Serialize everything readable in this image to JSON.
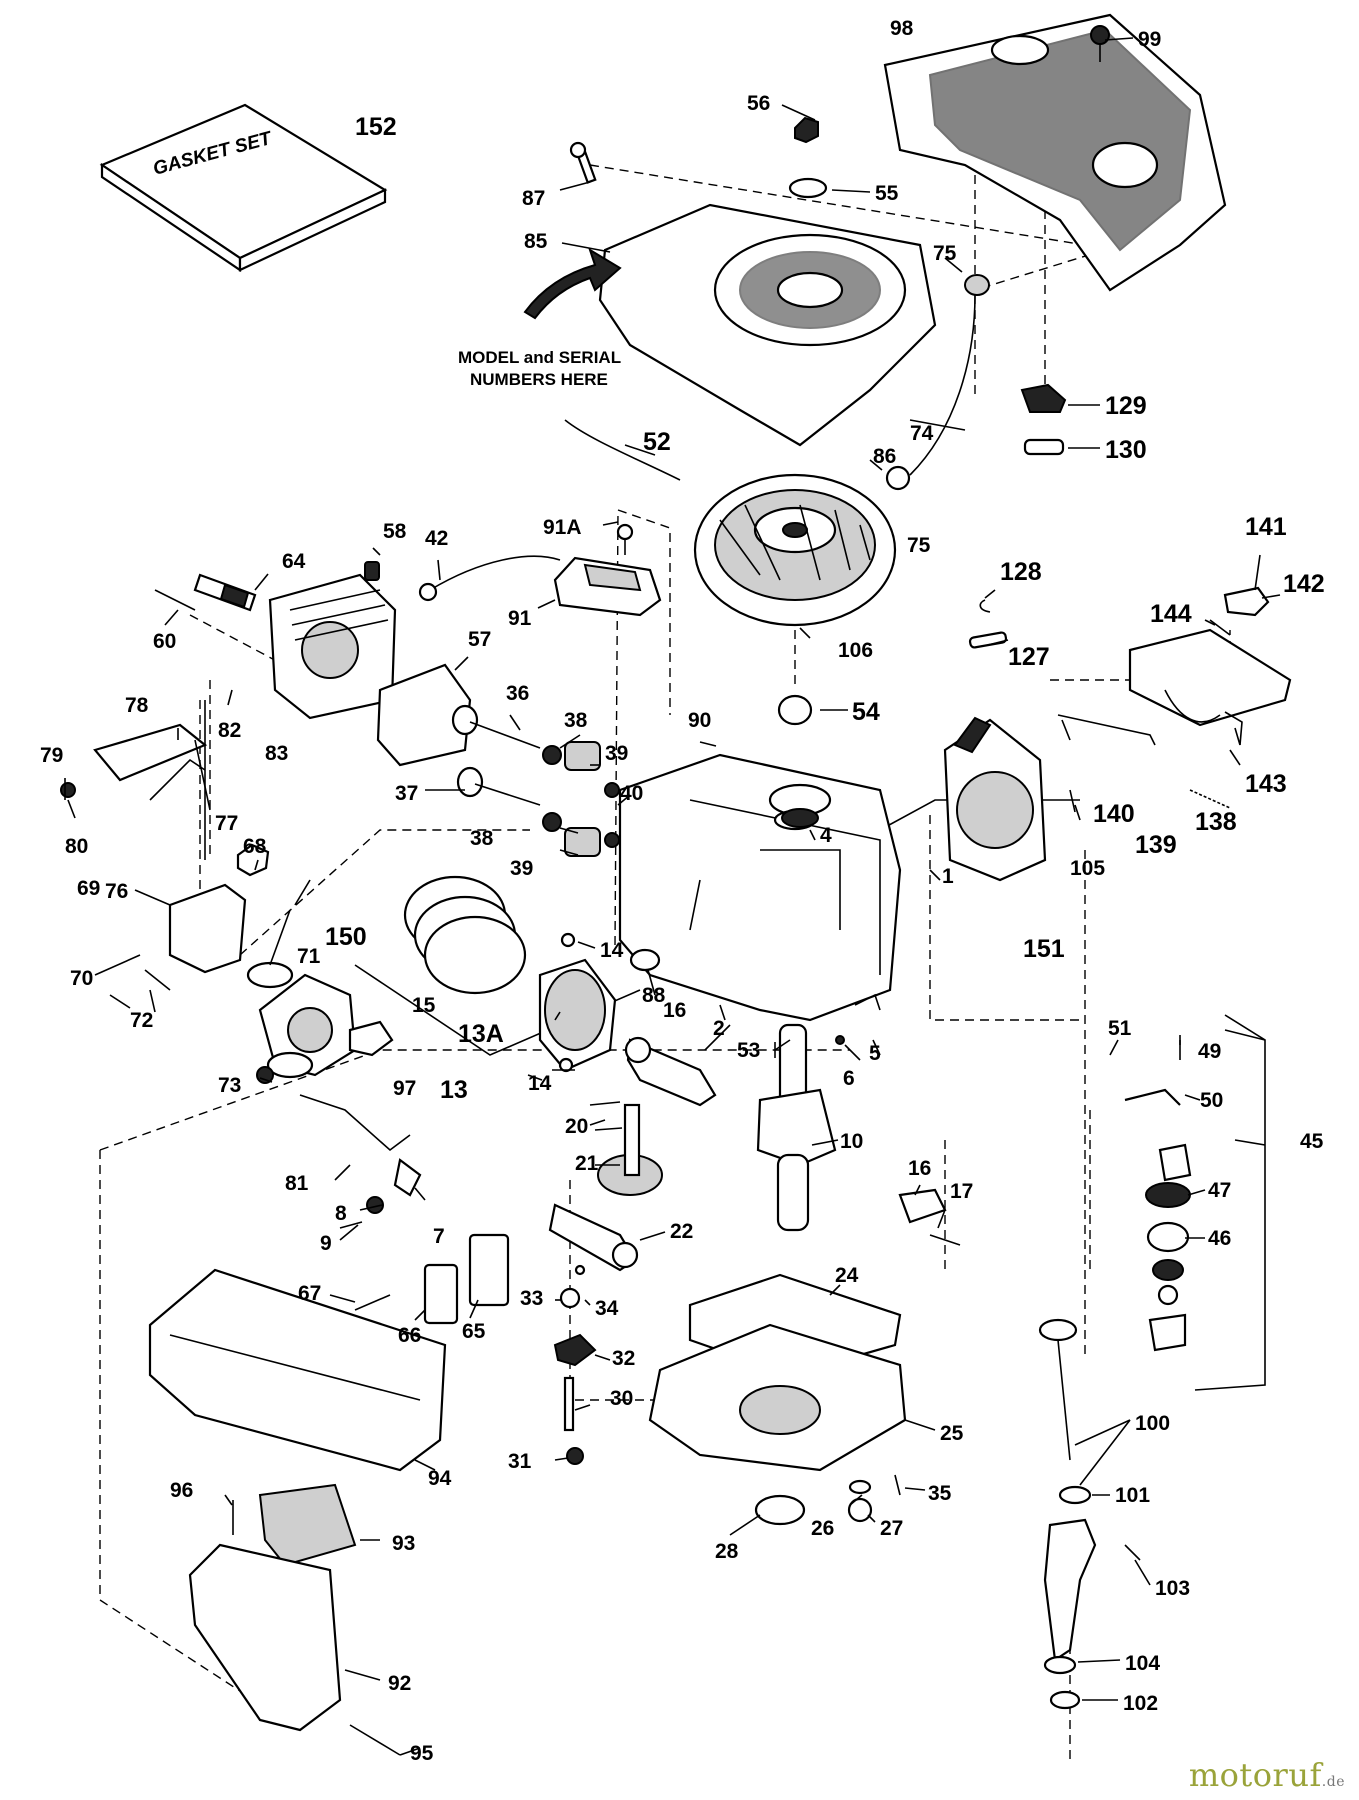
{
  "diagram": {
    "gasket_set_label": "GASKET SET",
    "model_note_line1": "MODEL and SERIAL",
    "model_note_line2": "NUMBERS HERE",
    "watermark_main": "motoruf",
    "watermark_tld": ".de"
  },
  "labels": {
    "l152": "152",
    "l98": "98",
    "l99": "99",
    "l56": "56",
    "l55": "55",
    "l87": "87",
    "l85": "85",
    "l75a": "75",
    "l75b": "75",
    "l129": "129",
    "l130": "130",
    "l74": "74",
    "l52": "52",
    "l86": "86",
    "l91A": "91A",
    "l42": "42",
    "l58": "58",
    "l64": "64",
    "l60": "60",
    "l91": "91",
    "l106": "106",
    "l128": "128",
    "l127": "127",
    "l141": "141",
    "l142": "142",
    "l144": "144",
    "l57": "57",
    "l54": "54",
    "l78": "78",
    "l82": "82",
    "l83": "83",
    "l36": "36",
    "l38a": "38",
    "l39a": "39",
    "l90": "90",
    "l79": "79",
    "l80": "80",
    "l77": "77",
    "l37": "37",
    "l40": "40",
    "l4": "4",
    "l143": "143",
    "l138": "138",
    "l140": "140",
    "l139": "139",
    "l105": "105",
    "l38b": "38",
    "l39b": "39",
    "l68": "68",
    "l76": "76",
    "l1": "1",
    "l151": "151",
    "l69": "69",
    "l150": "150",
    "l71": "71",
    "l70": "70",
    "l14a": "14",
    "l88": "88",
    "l15": "15",
    "l72": "72",
    "l16a": "16",
    "l2": "2",
    "l13A": "13A",
    "l53": "53",
    "l5": "5",
    "l6": "6",
    "l51": "51",
    "l49": "49",
    "l73": "73",
    "l97": "97",
    "l14b": "14",
    "l13": "13",
    "l50": "50",
    "l20": "20",
    "l81": "81",
    "l21": "21",
    "l10": "10",
    "l16b": "16",
    "l17": "17",
    "l47": "47",
    "l45": "45",
    "l8": "8",
    "l7": "7",
    "l22": "22",
    "l9": "9",
    "l46": "46",
    "l24": "24",
    "l67": "67",
    "l33": "33",
    "l34": "34",
    "l66": "66",
    "l65": "65",
    "l32": "32",
    "l30": "30",
    "l25": "25",
    "l100": "100",
    "l31": "31",
    "l94": "94",
    "l35": "35",
    "l96": "96",
    "l101": "101",
    "l26": "26",
    "l27": "27",
    "l93": "93",
    "l28": "28",
    "l103": "103",
    "l92": "92",
    "l104": "104",
    "l102": "102",
    "l95": "95"
  }
}
